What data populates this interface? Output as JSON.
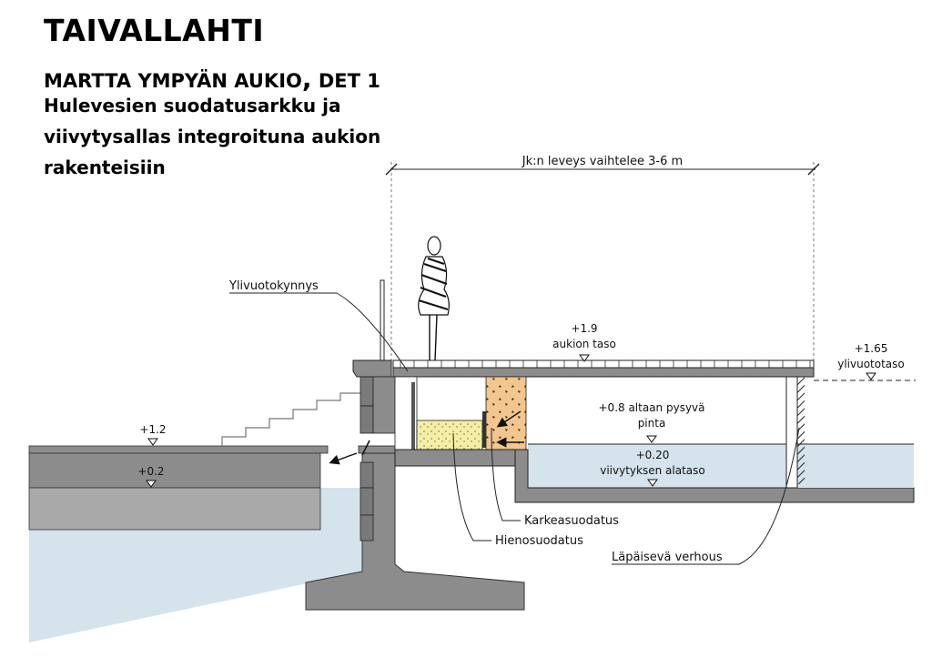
{
  "header": {
    "title": "TAIVALLAHTI",
    "subtitle": "MARTTA YMPYÄN AUKIO",
    "subtitle_comma": ",",
    "subtitle_det": "DET 1",
    "description_lines": [
      "Hulevesien suodatusarkku ja",
      "viivytysallas integroituna aukion",
      "rakenteisiin"
    ]
  },
  "labels": {
    "dimension": "Jk:n leveys vaihtelee 3-6 m",
    "overflow_sill": "Ylivuotokynnys",
    "plaza_level_value": "+1.9",
    "plaza_level_text": "aukion taso",
    "overflow_level_value": "+1.65",
    "overflow_level_text": "ylivuototaso",
    "permanent_surface_value": "+0.8 altaan pysyvä",
    "permanent_surface_text": "pinta",
    "retention_bottom_value": "+0.20",
    "retention_bottom_text": "viivytyksen alataso",
    "left_level_top": "+1.2",
    "left_level_bottom": "+0.2",
    "coarse_filtration": "Karkeasuodatus",
    "fine_filtration": "Hienosuodatus",
    "permeable_cladding": "Läpäisevä verhous"
  },
  "colors": {
    "concrete": "#8c8c8c",
    "concrete_light": "#a9a9a9",
    "concrete_dark": "#6f6f6f",
    "water": "#d4e3ec",
    "fine_filter": "#f4eea7",
    "coarse_filter": "#f3c58f",
    "line": "#1a1a1a"
  }
}
